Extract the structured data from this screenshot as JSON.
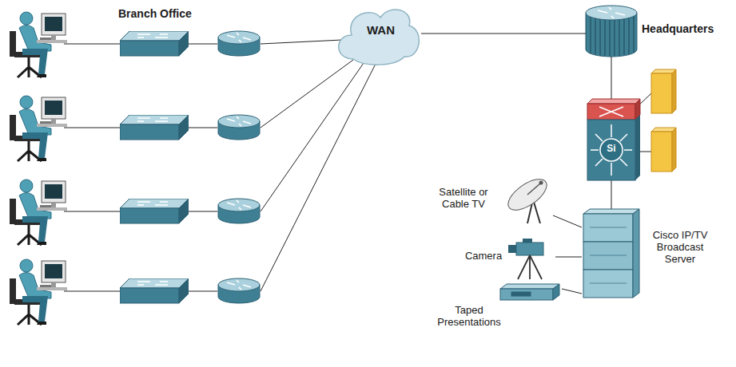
{
  "diagram": {
    "nodes": [
      {
        "text": [
          "WAN"
        ]
      },
      {
        "text": [
          "Headquarters"
        ]
      },
      {
        "text": [
          "Satellite or Cable TV"
        ]
      },
      {
        "text": [
          "Camera"
        ]
      },
      {
        "text": [
          "Cisco IP/TV Broadcast Server"
        ]
      },
      {
        "text": [
          "Taped Presentations"
        ]
      }
    ],
    "edges": [
      {
        "from": 0,
        "to": 1,
        "arrow": "none"
      },
      {
        "from": 2,
        "to": 4,
        "arrow": "none"
      },
      {
        "from": 3,
        "to": 4,
        "arrow": "none"
      },
      {
        "from": 5,
        "to": 4,
        "arrow": "none"
      }
    ],
    "labels": [
      "Branch Office",
      "Si"
    ]
  }
}
